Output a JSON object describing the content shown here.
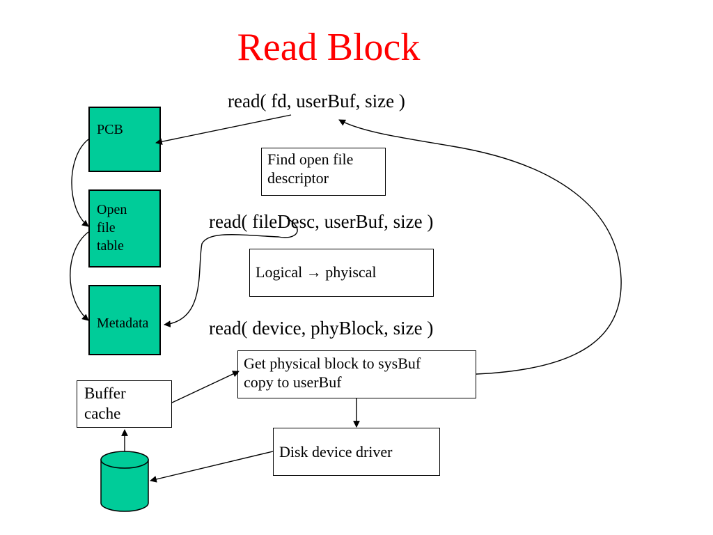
{
  "title": "Read Block",
  "calls": {
    "read_fd": "read( fd, userBuf, size )",
    "read_filedesc": "read( fileDesc, userBuf, size )",
    "read_device": "read( device, phyBlock, size )"
  },
  "components": {
    "pcb": "PCB",
    "open_file_table": [
      "Open",
      "file",
      "table"
    ],
    "metadata": "Metadata",
    "buffer_cache": [
      "Buffer",
      "cache"
    ]
  },
  "steps": {
    "find_descriptor": [
      "Find open file",
      "descriptor"
    ],
    "logical_physical": {
      "left": "Logical",
      "arrow": "→",
      "right": "phyiscal"
    },
    "get_block": [
      "Get physical block to sysBuf",
      "copy to userBuf"
    ],
    "disk_driver": "Disk device driver"
  },
  "colors": {
    "title": "#ff0000",
    "component_fill": "#00cc99",
    "line": "#000000"
  }
}
